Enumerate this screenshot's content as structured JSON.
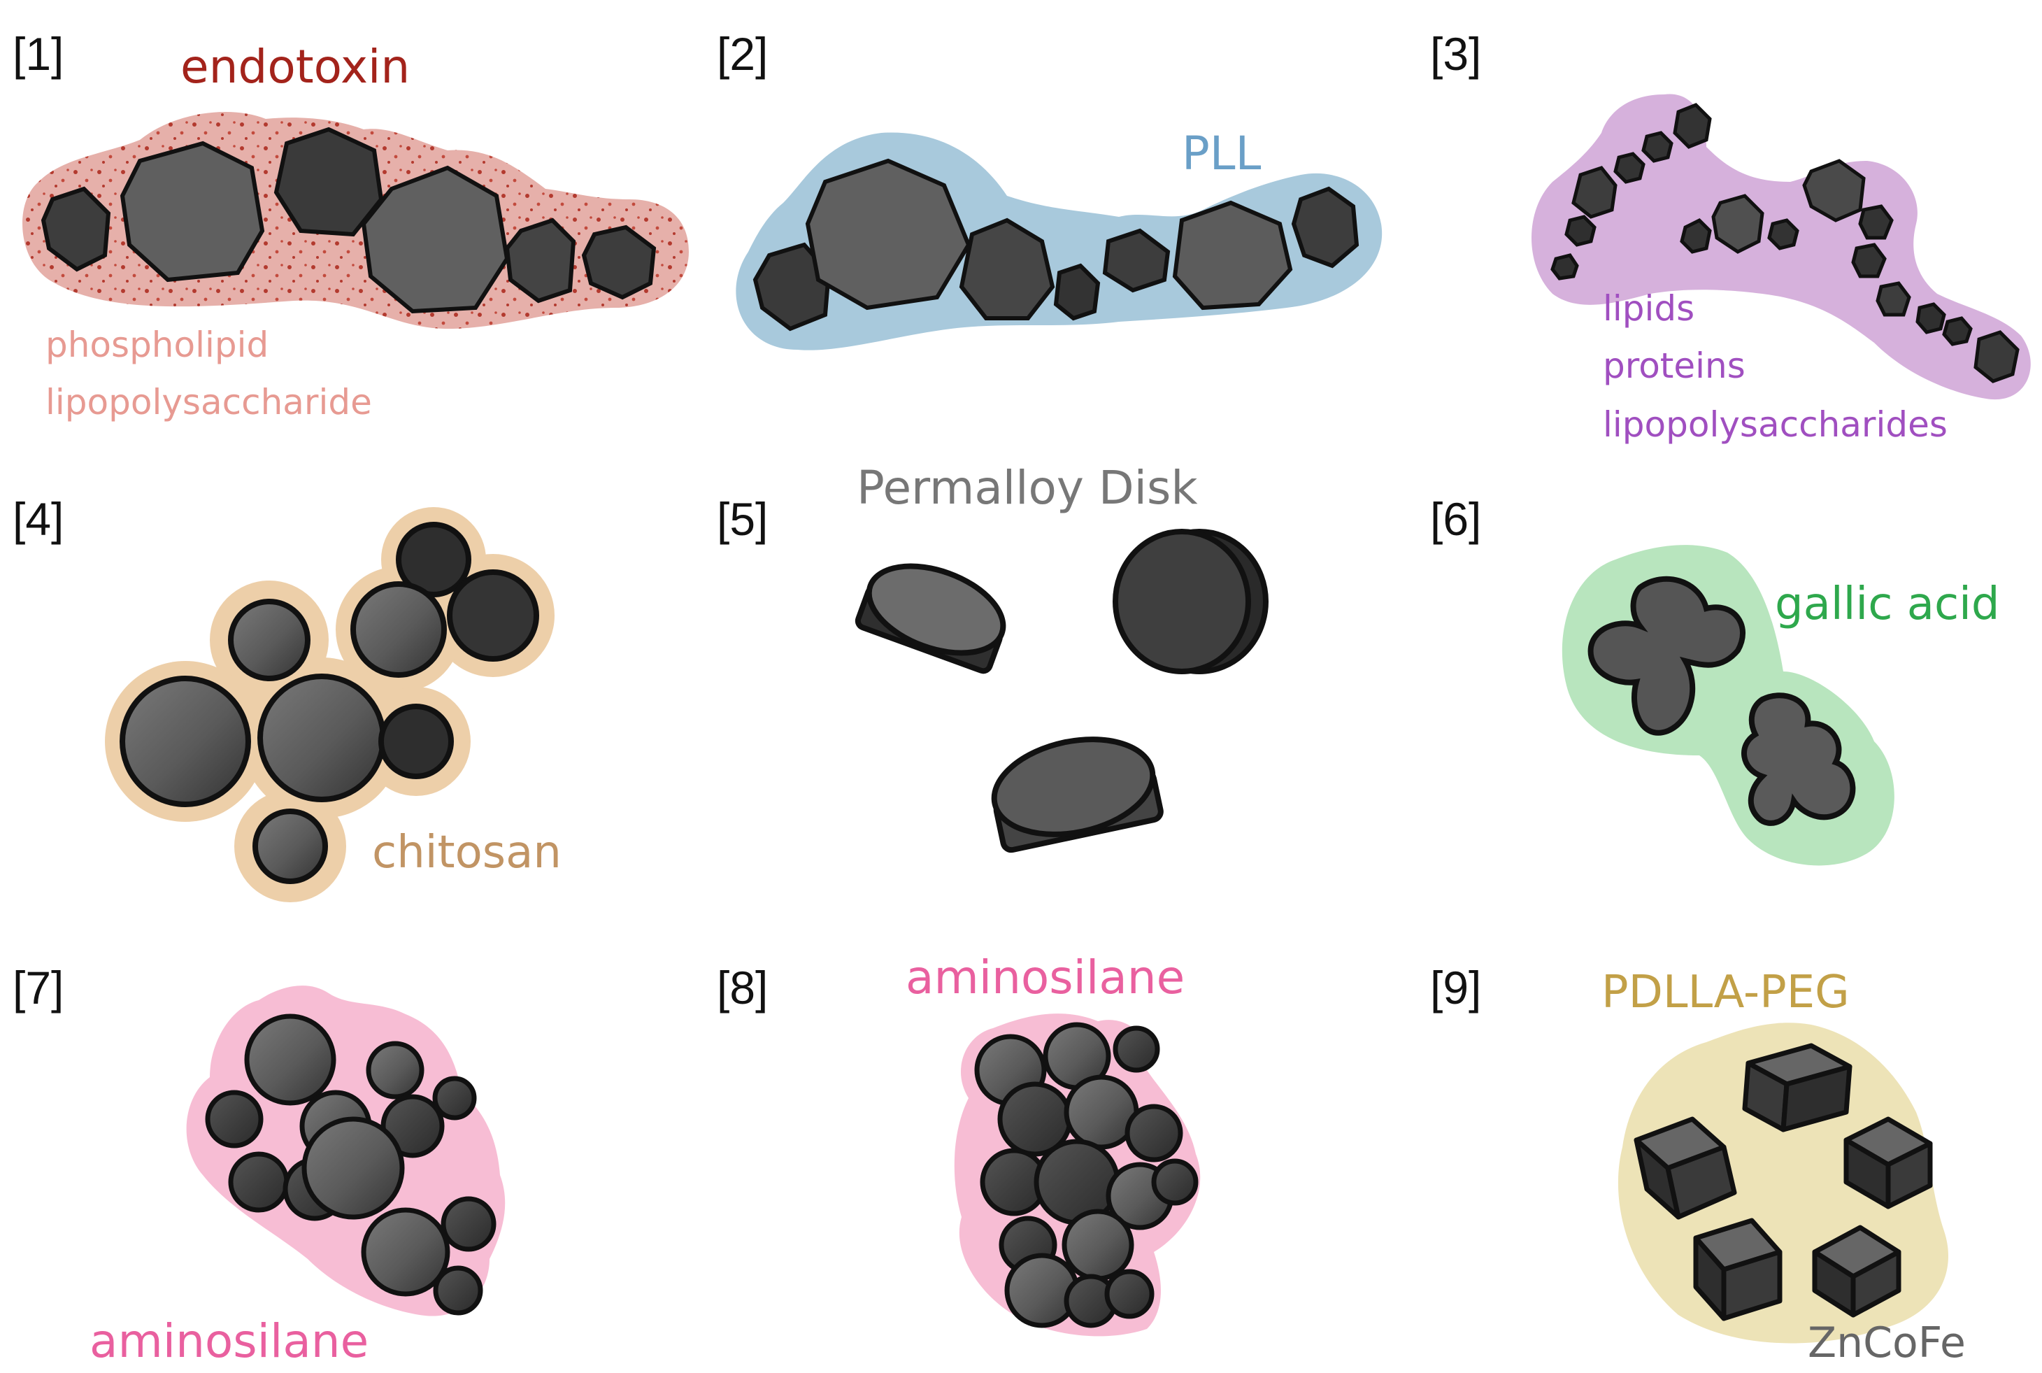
{
  "panels": [
    {
      "number": "[1]",
      "labels": [
        "endotoxin",
        "phospholipid",
        "lipopolysaccharide"
      ]
    },
    {
      "number": "[2]",
      "labels": [
        "PLL"
      ]
    },
    {
      "number": "[3]",
      "labels": [
        "lipids",
        "proteins",
        "lipopolysaccharides"
      ]
    },
    {
      "number": "[4]",
      "labels": [
        "chitosan"
      ]
    },
    {
      "number": "[5]",
      "labels": [
        "Permalloy Disk"
      ]
    },
    {
      "number": "[6]",
      "labels": [
        "gallic acid"
      ]
    },
    {
      "number": "[7]",
      "labels": [
        "aminosilane"
      ]
    },
    {
      "number": "[8]",
      "labels": [
        "aminosilane"
      ]
    },
    {
      "number": "[9]",
      "labels": [
        "PDLLA-PEG",
        "ZnCoFe"
      ]
    }
  ],
  "colors": {
    "endotoxin": "#a3231b",
    "endotoxin_coating": "#e6b0aa",
    "phospholipid_text": "#e79a92",
    "pll": "#6a9fc7",
    "pll_coating": "#a8c9dc",
    "lipids": "#a04fc0",
    "lipids_coating": "#d6b1dc",
    "chitosan": "#c19464",
    "chitosan_coating": "#edcfa9",
    "permalloy": "#777777",
    "gallic_acid": "#2ea84c",
    "gallic_coating": "#b8e5be",
    "aminosilane": "#e9609f",
    "aminosilane_coating": "#f7bdd4",
    "pdlla_peg": "#c2a047",
    "pdlla_coating": "#ede3b7",
    "zncofe": "#666666",
    "particle_dark": "#3d3d3d",
    "particle_light": "#6c6c6c"
  }
}
